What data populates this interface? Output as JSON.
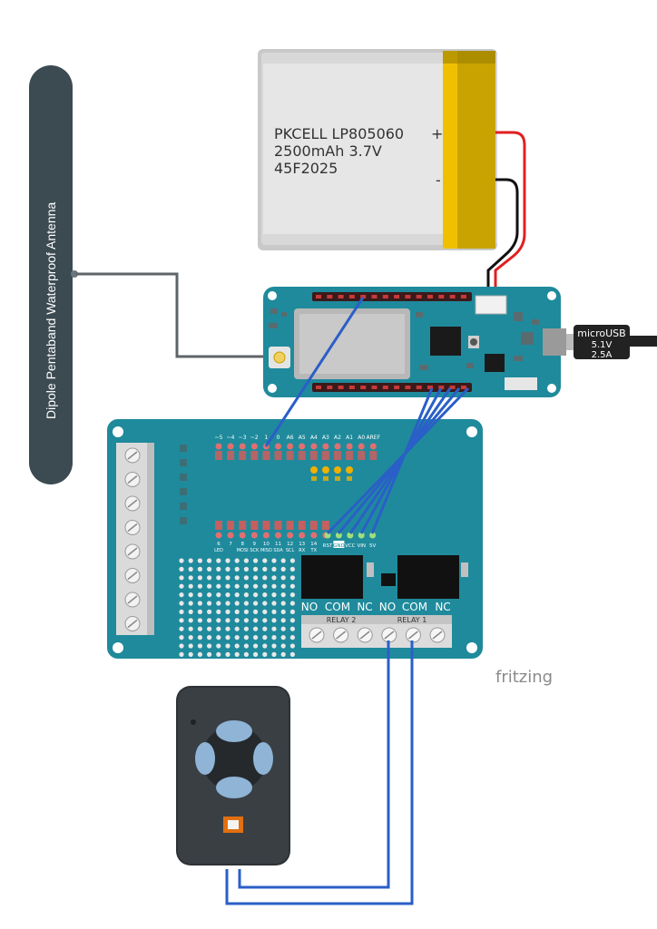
{
  "antenna": {
    "label": "Dipole Pentaband Waterproof Antenna"
  },
  "battery": {
    "line1": "PKCELL LP805060",
    "line2": "2500mAh 3.7V",
    "line3": "45F2025",
    "plus": "+",
    "minus": "-"
  },
  "usb": {
    "line1": "microUSB",
    "line2": "5.1V",
    "line3": "2.5A"
  },
  "shield": {
    "top_pins": [
      "~5",
      "~4",
      "~3",
      "~2",
      "1",
      "0",
      "A6",
      "A5",
      "A4",
      "A3",
      "A2",
      "A1",
      "A0",
      "AREF"
    ],
    "bottom_pins": [
      "6",
      "7",
      "8",
      "9",
      "10",
      "11",
      "12",
      "13",
      "14"
    ],
    "bottom_sub": [
      "LED",
      "",
      "MOSI",
      "SCK",
      "MISO",
      "SDA",
      "SCL",
      "RX",
      "TX"
    ],
    "power_pins": [
      "RST",
      "GND",
      "VCC",
      "VIN",
      "5V"
    ],
    "relay_terms_left": [
      "NO",
      "COM",
      "NC"
    ],
    "relay_terms_right": [
      "NO",
      "COM",
      "NC"
    ],
    "relay2": "RELAY 2",
    "relay1": "RELAY 1"
  },
  "brand": "fritzing",
  "colors": {
    "board": "#1f8a9c",
    "wire_blue": "#2a5fc8",
    "wire_red": "#e02020",
    "wire_black": "#111111",
    "antenna_body": "#3c4a52",
    "battery_tab": "#f0c000"
  }
}
